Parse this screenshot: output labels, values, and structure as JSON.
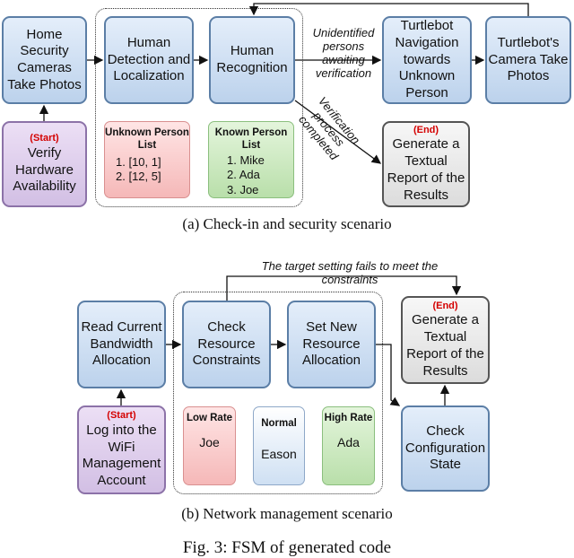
{
  "top": {
    "home_cameras": "Home Security Cameras Take Photos",
    "human_detection": "Human Detection and Localization",
    "human_recognition": "Human Recognition",
    "turtlebot_navigation": "Turtlebot Navigation towards Unknown Person",
    "turtlebot_camera": "Turtlebot's Camera Take Photos",
    "start_tag": "(Start)",
    "verify_hardware": "Verify Hardware Availability",
    "end_tag": "(End)",
    "generate_report": "Generate a Textual Report of the Results",
    "unknown_list_title": "Unknown Person List",
    "unknown_list_items": [
      "1.  [10, 1]",
      "2.  [12, 5]"
    ],
    "known_list_title": "Known Person List",
    "known_list_items": [
      "1.  Mike",
      "2.  Ada",
      "3.  Joe"
    ],
    "edge_unidentified": "Unidentified persons awaiting verification",
    "edge_verification": "Verification process completed",
    "caption": "(a) Check-in and security scenario"
  },
  "bottom": {
    "read_bandwidth": "Read Current Bandwidth Allocation",
    "check_constraints": "Check Resource Constraints",
    "set_allocation": "Set New Resource Allocation",
    "end_tag": "(End)",
    "generate_report": "Generate a Textual Report of the Results",
    "start_tag": "(Start)",
    "log_into": "Log into the WiFi Management Account",
    "check_state": "Check Configuration State",
    "low_rate_title": "Low Rate",
    "low_rate_user": "Joe",
    "normal_title": "Normal",
    "normal_user": "Eason",
    "high_rate_title": "High Rate",
    "high_rate_user": "Ada",
    "edge_fail": "The target setting fails to meet the constraints",
    "caption": "(b) Network management scenario"
  },
  "figure_caption": "Fig. 3: FSM of generated code"
}
